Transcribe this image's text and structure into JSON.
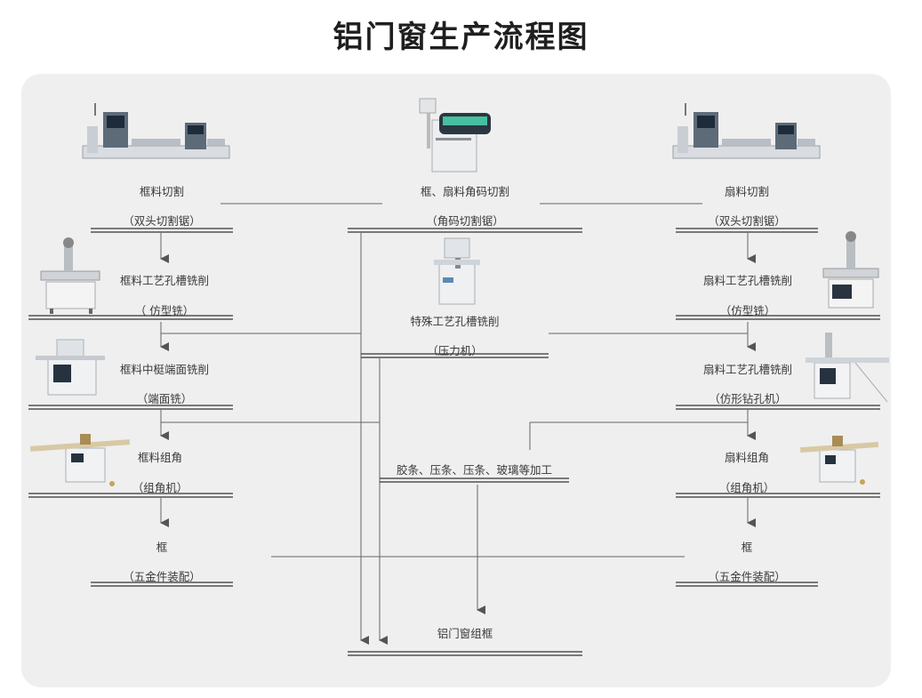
{
  "title": "铝门窗生产流程图",
  "steps": {
    "s1": {
      "name": "框料切割",
      "machine": "（双头切割锯）"
    },
    "s2": {
      "name": "框、扇料角码切割",
      "machine": "（角码切割锯）"
    },
    "s3": {
      "name": "扇料切割",
      "machine": "（双头切割锯）"
    },
    "s4": {
      "name": "框料工艺孔槽铣削",
      "machine": "（ 仿型铣）"
    },
    "s5": {
      "name": "特殊工艺孔槽铣削",
      "machine": "（压力机）"
    },
    "s6": {
      "name": "扇料工艺孔槽铣削",
      "machine": "（仿型铣）"
    },
    "s7": {
      "name": "框料中梃端面铣削",
      "machine": "（端面铣）"
    },
    "s8": {
      "name": "扇料工艺孔槽铣削",
      "machine": "（仿形钻孔机）"
    },
    "s9": {
      "name": "框料组角",
      "machine": "（组角机）"
    },
    "s10": {
      "name": "胶条、压条、压条、玻璃等加工",
      "machine": ""
    },
    "s11": {
      "name": "扇料组角",
      "machine": "（组角机）"
    },
    "s12": {
      "name": "框",
      "machine": "（五金件装配）"
    },
    "s13": {
      "name": "框",
      "machine": "（五金件装配）"
    },
    "s14": {
      "name": "铝门窗组框",
      "machine": ""
    }
  },
  "machine_icons": [
    "double-head-saw-icon",
    "corner-cutting-saw-icon",
    "double-head-saw-icon",
    "copy-router-icon",
    "press-machine-icon",
    "copy-router-icon",
    "end-milling-icon",
    "copy-drilling-icon",
    "crimping-machine-icon",
    "crimping-machine-icon"
  ]
}
